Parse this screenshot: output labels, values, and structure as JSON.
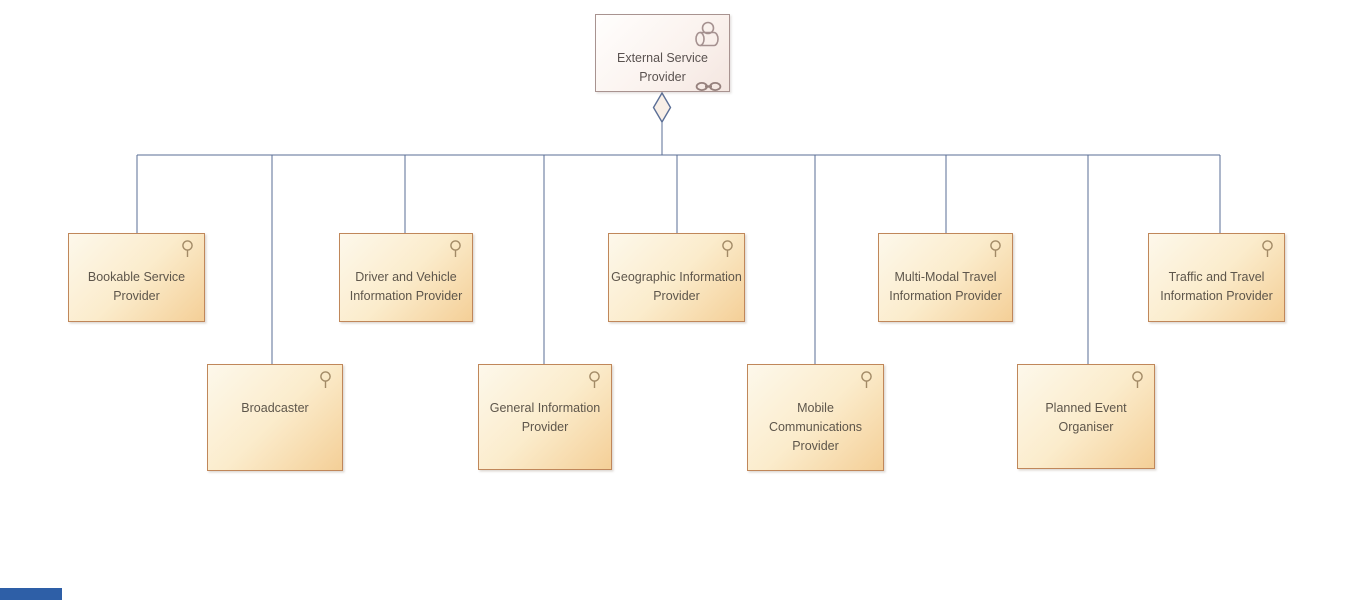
{
  "diagram": {
    "title": "External Service Provider hierarchy diagram",
    "root": {
      "id": "external-service-provider",
      "lines": [
        "External Service",
        "Provider"
      ],
      "icons": [
        "actor-database-icon",
        "chain-link-icon"
      ]
    },
    "nodes": [
      {
        "id": "bookable-service-provider",
        "lines": [
          "Bookable Service",
          "Provider"
        ],
        "icon": "lollipop-actor-icon"
      },
      {
        "id": "broadcaster",
        "lines": [
          "Broadcaster"
        ],
        "icon": "lollipop-actor-icon"
      },
      {
        "id": "driver-and-vehicle-info-provider",
        "lines": [
          "Driver and Vehicle",
          "Information Provider"
        ],
        "icon": "lollipop-actor-icon"
      },
      {
        "id": "general-information-provider",
        "lines": [
          "General Information",
          "Provider"
        ],
        "icon": "lollipop-actor-icon"
      },
      {
        "id": "geographic-information-provider",
        "lines": [
          "Geographic Information",
          "Provider"
        ],
        "icon": "lollipop-actor-icon"
      },
      {
        "id": "mobile-communications-provider",
        "lines": [
          "Mobile",
          "Communications",
          "Provider"
        ],
        "icon": "lollipop-actor-icon"
      },
      {
        "id": "multi-modal-travel-info-provider",
        "lines": [
          "Multi-Modal Travel",
          "Information Provider"
        ],
        "icon": "lollipop-actor-icon"
      },
      {
        "id": "planned-event-organiser",
        "lines": [
          "Planned Event",
          "Organiser"
        ],
        "icon": "lollipop-actor-icon"
      },
      {
        "id": "traffic-and-travel-info-provider",
        "lines": [
          "Traffic and Travel",
          "Information Provider"
        ],
        "icon": "lollipop-actor-icon"
      }
    ],
    "relationship": "aggregation-diamond",
    "colors": {
      "node_fill_start": "#fdf8eb",
      "node_fill_end": "#f4cf97",
      "node_border": "#c0875a",
      "root_fill_start": "#fffefd",
      "root_fill_end": "#f4e6e0",
      "root_border": "#a89390",
      "connector": "#5a6e96",
      "diamond_fill": "#f8efe7",
      "text": "#5e564b",
      "icon_stroke": "#a28a66",
      "taskbar_blue": "#2e5fa7"
    }
  }
}
